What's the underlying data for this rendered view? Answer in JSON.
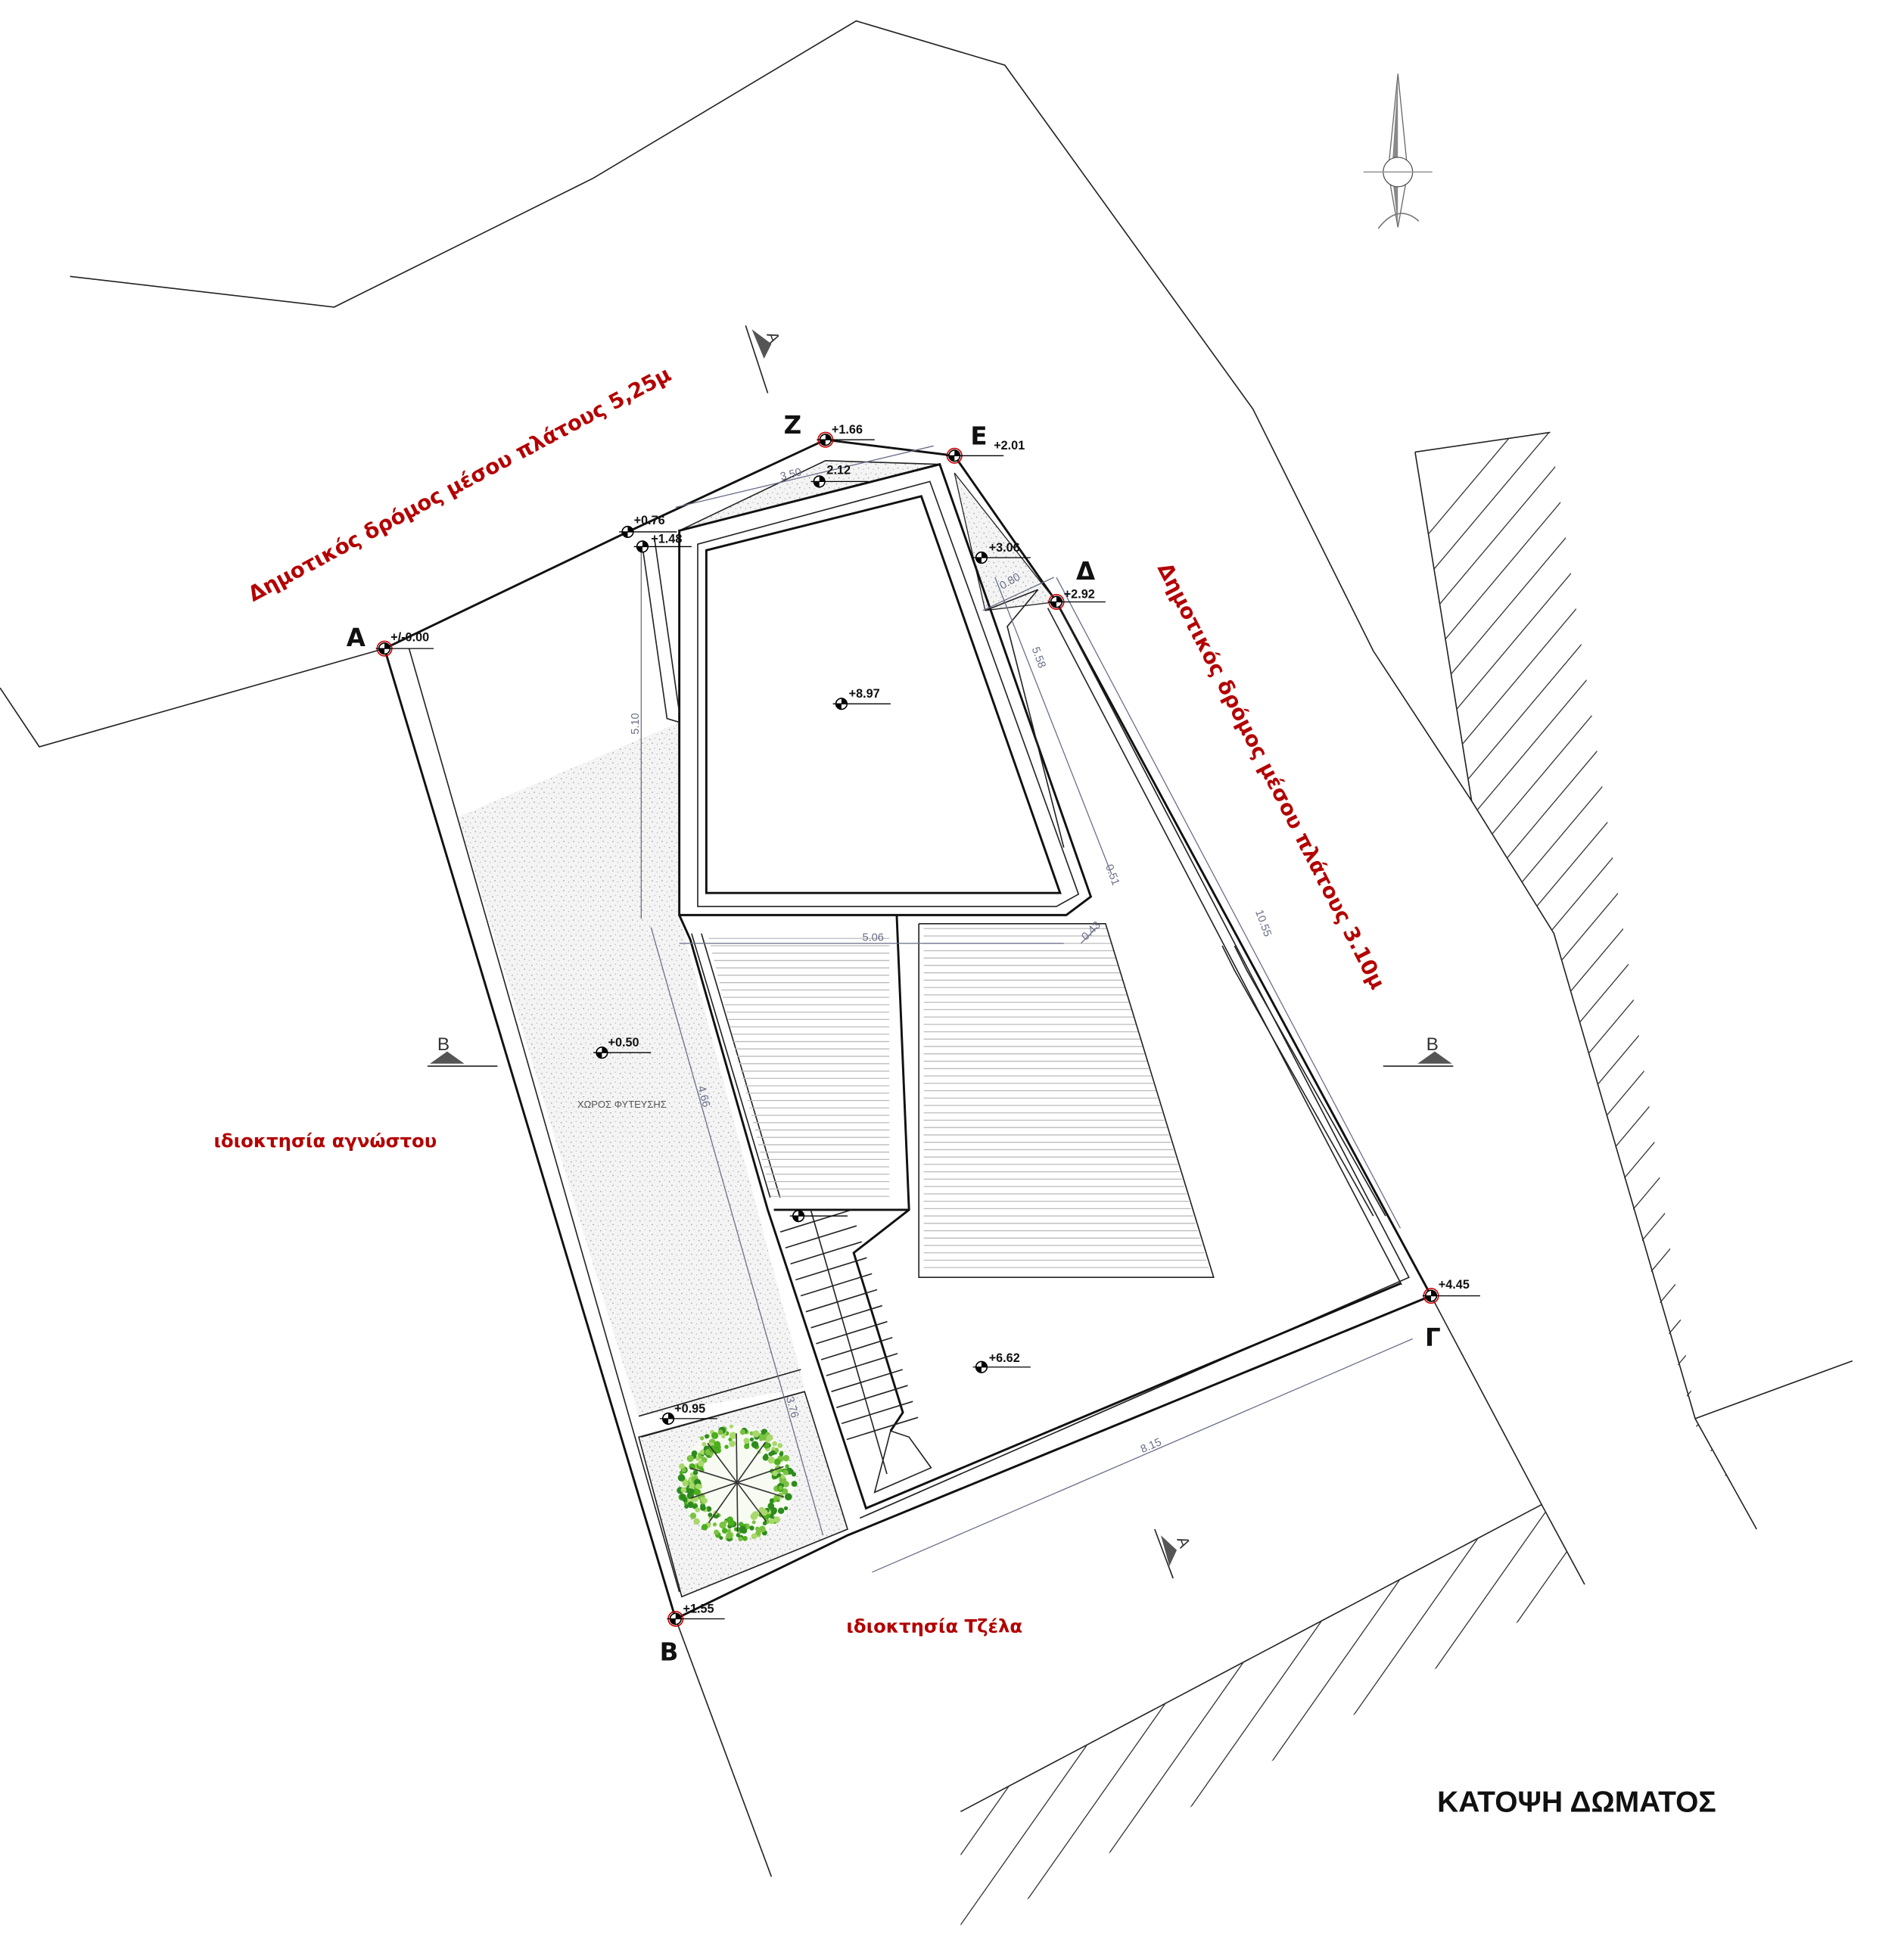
{
  "title": "ΚΑΤΟΨΗ ΔΩΜΑΤΟΣ",
  "roads": {
    "north": "Δημοτικός δρόμος μέσου πλάτους 5,25μ",
    "east": "Δημοτικός δρόμος μέσου πλάτους 3.10μ"
  },
  "properties": {
    "west": "ιδιοκτησία αγνώστου",
    "south": "ιδιοκτησία Τζέλα"
  },
  "area_label": "ΧΩΡΟΣ ΦΥΤΕΥΣΗΣ",
  "points": {
    "A": "Α",
    "B": "Β",
    "G": "Γ",
    "D": "Δ",
    "E": "Ε",
    "Z": "Ζ"
  },
  "elevations": {
    "A": "+/-0.00",
    "Z": "+1.66",
    "E": "+2.01",
    "D": "+2.92",
    "G": "+4.45",
    "B": "+1.55",
    "e076": "+0.76",
    "e148": "+1.48",
    "e212": "2.12",
    "e306": "+3.06",
    "roof": "+8.97",
    "planting": "+0.50",
    "tree": "+0.95",
    "terrace": "+6.62"
  },
  "dimensions": {
    "d350": "3.50",
    "d510": "5.10",
    "d506": "5.06",
    "d080": "0.80",
    "d558": "5.58",
    "d051": "0.51",
    "d043": "0.43",
    "d1055": "10.55",
    "d466": "4.66",
    "d376": "3.76",
    "d815": "8.15"
  },
  "sections": {
    "A": "A",
    "B": "B"
  },
  "colors": {
    "red": "#b30000",
    "tree": "#4caf1e",
    "dim": "#6a6f88"
  }
}
